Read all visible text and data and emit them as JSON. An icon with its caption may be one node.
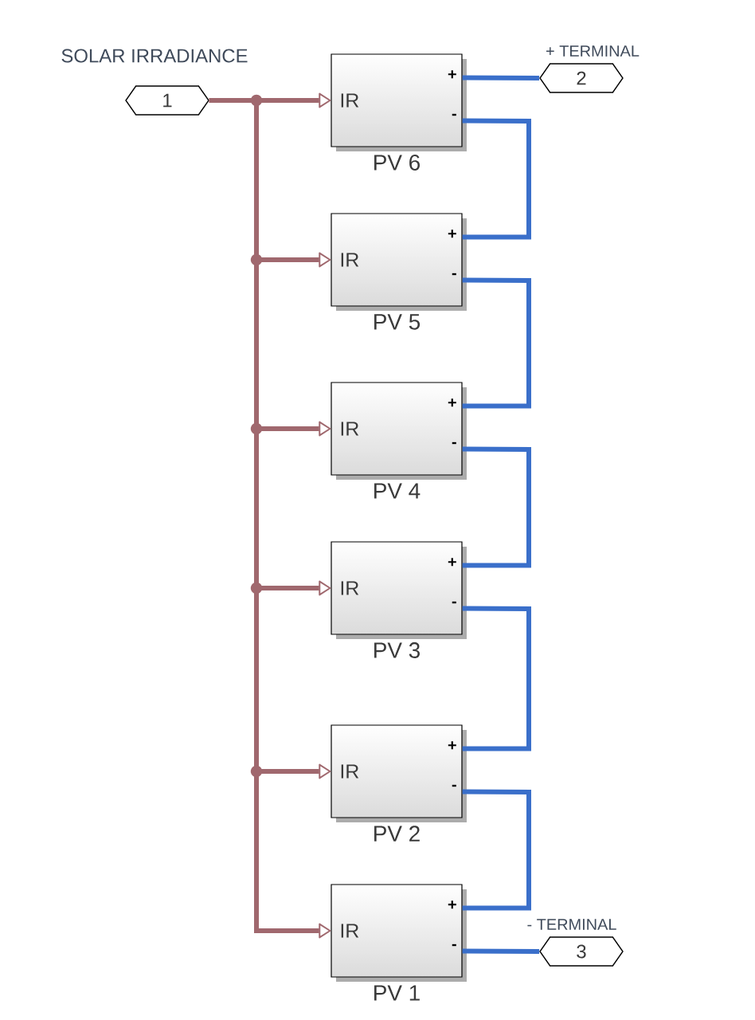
{
  "diagram": {
    "nodes": [
      {
        "text": [
          "1"
        ],
        "beside": [
          "SOLAR IRRADIANCE"
        ]
      },
      {
        "text": [
          "IR",
          "+",
          "-",
          "PV 6"
        ]
      },
      {
        "text": [
          "IR",
          "+",
          "-",
          "PV 5"
        ]
      },
      {
        "text": [
          "IR",
          "+",
          "-",
          "PV 4"
        ]
      },
      {
        "text": [
          "IR",
          "+",
          "-",
          "PV 3"
        ]
      },
      {
        "text": [
          "IR",
          "+",
          "-",
          "PV 2"
        ]
      },
      {
        "text": [
          "IR",
          "+",
          "-",
          "PV 1"
        ]
      },
      {
        "text": [
          "2"
        ],
        "beside": [
          "+ TERMINAL"
        ]
      },
      {
        "text": [
          "3"
        ],
        "beside": [
          "- TERMINAL"
        ]
      }
    ],
    "edges": [
      {
        "from": 0,
        "to": 1,
        "arrow": "to",
        "color": "#a0686e"
      },
      {
        "from": 0,
        "to": 2,
        "arrow": "to",
        "color": "#a0686e"
      },
      {
        "from": 0,
        "to": 3,
        "arrow": "to",
        "color": "#a0686e"
      },
      {
        "from": 0,
        "to": 4,
        "arrow": "to",
        "color": "#a0686e"
      },
      {
        "from": 0,
        "to": 5,
        "arrow": "to",
        "color": "#a0686e"
      },
      {
        "from": 0,
        "to": 6,
        "arrow": "to",
        "color": "#a0686e"
      },
      {
        "from": 1,
        "to": 7,
        "arrow": "none"
      },
      {
        "from": 1,
        "to": 2,
        "arrow": "none"
      },
      {
        "from": 2,
        "to": 3,
        "arrow": "none"
      },
      {
        "from": 3,
        "to": 4,
        "arrow": "none"
      },
      {
        "from": 4,
        "to": 5,
        "arrow": "none"
      },
      {
        "from": 5,
        "to": 6,
        "arrow": "none"
      },
      {
        "from": 6,
        "to": 8,
        "arrow": "none"
      }
    ]
  }
}
